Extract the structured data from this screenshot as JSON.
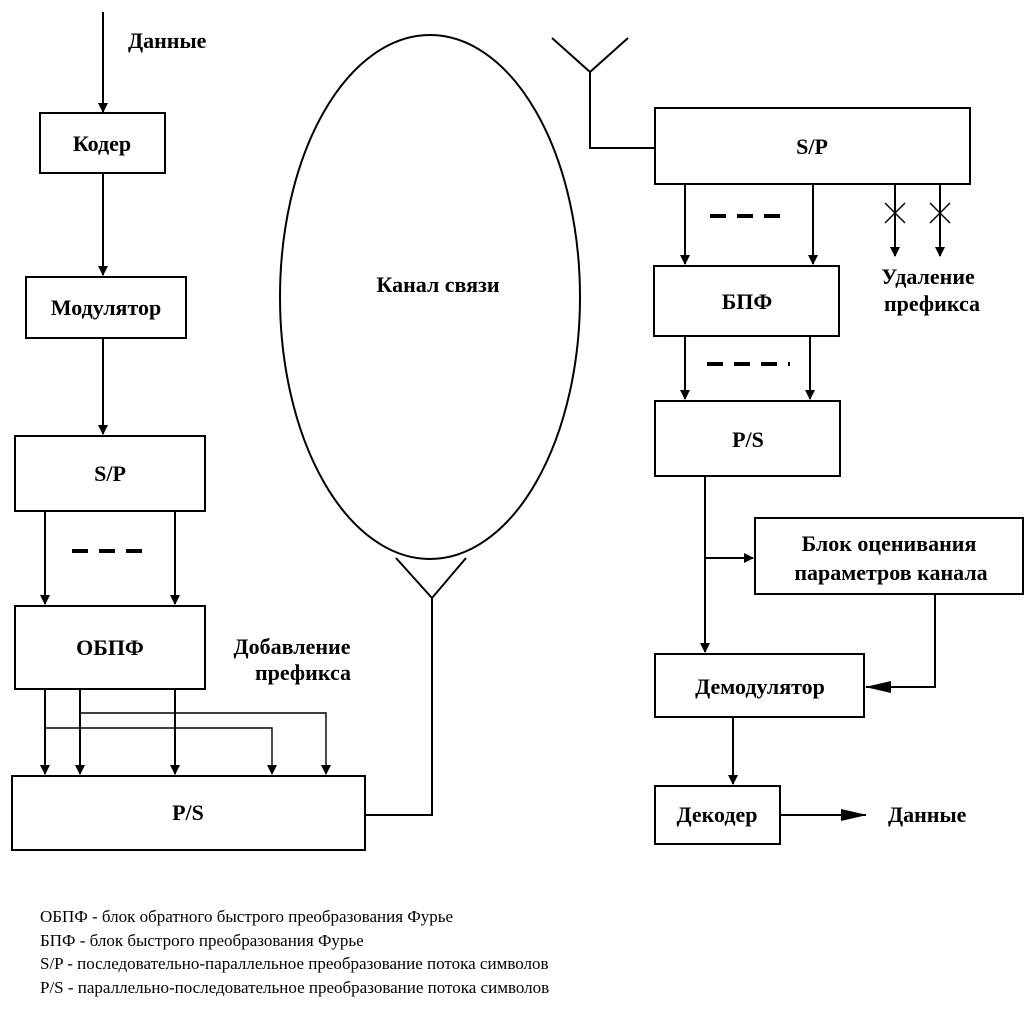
{
  "transmitter": {
    "data_in": "Данные",
    "coder": "Кодер",
    "modulator": "Модулятор",
    "sp": "S/P",
    "ifft": "ОБПФ",
    "add_prefix_line1": "Добавление",
    "add_prefix_line2": "префикса",
    "ps": "P/S"
  },
  "channel": {
    "label": "Канал связи"
  },
  "receiver": {
    "sp": "S/P",
    "remove_prefix_line1": "Удаление",
    "remove_prefix_line2": "префикса",
    "fft": "БПФ",
    "ps": "P/S",
    "estimator_line1": "Блок оценивания",
    "estimator_line2": "параметров канала",
    "demodulator": "Демодулятор",
    "decoder": "Декодер",
    "data_out": "Данные"
  },
  "legend": [
    "ОБПФ - блок обратного быстрого преобразования Фурье",
    "БПФ - блок быстрого преобразования Фурье",
    "S/P - последовательно-параллельное преобразование потока символов",
    "P/S - параллельно-последовательное преобразование потока символов"
  ]
}
